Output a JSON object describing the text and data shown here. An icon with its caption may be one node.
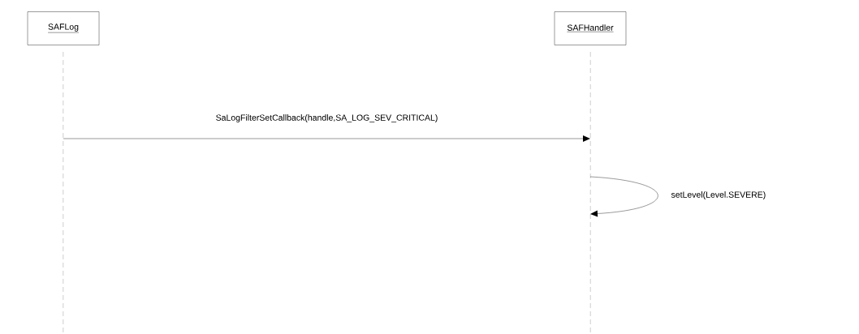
{
  "diagram": {
    "nodes": [
      {
        "text": [
          "SAFLog"
        ]
      },
      {
        "text": [
          "SAFHandler"
        ]
      },
      {
        "text": [],
        "shape": "line"
      },
      {
        "text": [],
        "shape": "line"
      }
    ],
    "edges": [
      {
        "from": 2,
        "to": 3,
        "arrow": "to",
        "label": "SaLogFilterSetCallback(handle,SA_LOG_SEV_CRITICAL)"
      },
      {
        "from": 3,
        "to": 3,
        "arrow": "to",
        "label": "setLevel(Level.SEVERE)"
      }
    ]
  }
}
